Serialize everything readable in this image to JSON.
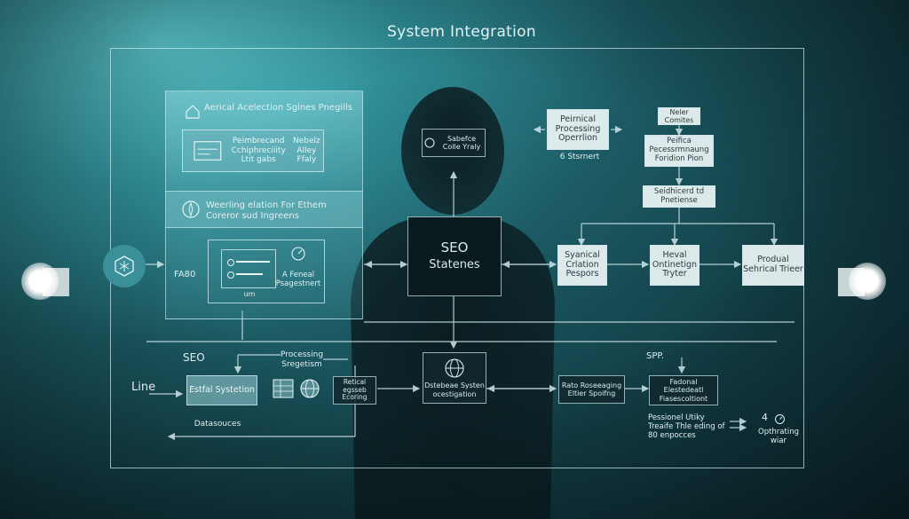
{
  "title": "System Integration",
  "colors": {
    "accent_teal": "#2f8c95",
    "box_white": "#eef6f7",
    "box_dark": "#12282e",
    "line": "#d0e8ec"
  },
  "panel": {
    "header_text": "Aerical Acelection Sgines Pnegills",
    "card_text": "Peimbrecand Cchiphreciiity Ltit gabs",
    "card_side": "Nebelz Alley Ffaly",
    "band_text": "Weerling elation For Ethem Coreror sud Ingreens",
    "bottom_left": "FA80",
    "bottom_right": "A Feneal Psagestnert",
    "bottom_tag": "um"
  },
  "nodes": {
    "top_center": "Sabefce Colle Yraly",
    "center_line1": "SEO",
    "center_line2": "Statenes",
    "right_top_a": "Peirnical Processing Operrlion",
    "right_top_a_caption": "6 Stsrnert",
    "right_top_b_caption": "Neler Comites",
    "right_top_c": "Peifica Pecessrmnaung Foridion Pion",
    "right_top_d": "Seidhicerd td Pnetiense",
    "right_mid_1": "Syanical Crlation Pespors",
    "right_mid_2": "Heval Ontinetign Tryter",
    "right_mid_3": "Produal Sehrical Trieer",
    "left_label_seo": "SEO",
    "left_label_line": "Line",
    "left_box": "Estfal Systetion",
    "left_processing": "Processing Sregetism",
    "left_datasources": "Datasouces",
    "mid_box": "Retical egsseb Ecoring",
    "db_box": "Dstebeae Systen ocestigation",
    "right_box_1": "Rato Roseeaging Eltier Spoifng",
    "right_spp": "SPP.",
    "right_box_2": "Fadonal Elestedeatl Fiasescoltiont",
    "right_note": "Pessionel Utiky Treaife Thle eding of 80 enpocces",
    "right_number": "4",
    "right_operating": "Opthrating wiar"
  },
  "icons": {
    "hex": "hexagon-logo-icon",
    "home": "home-outline-icon",
    "globe": "globe-icon",
    "chart": "chart-grid-icon",
    "compass": "compass-icon"
  }
}
